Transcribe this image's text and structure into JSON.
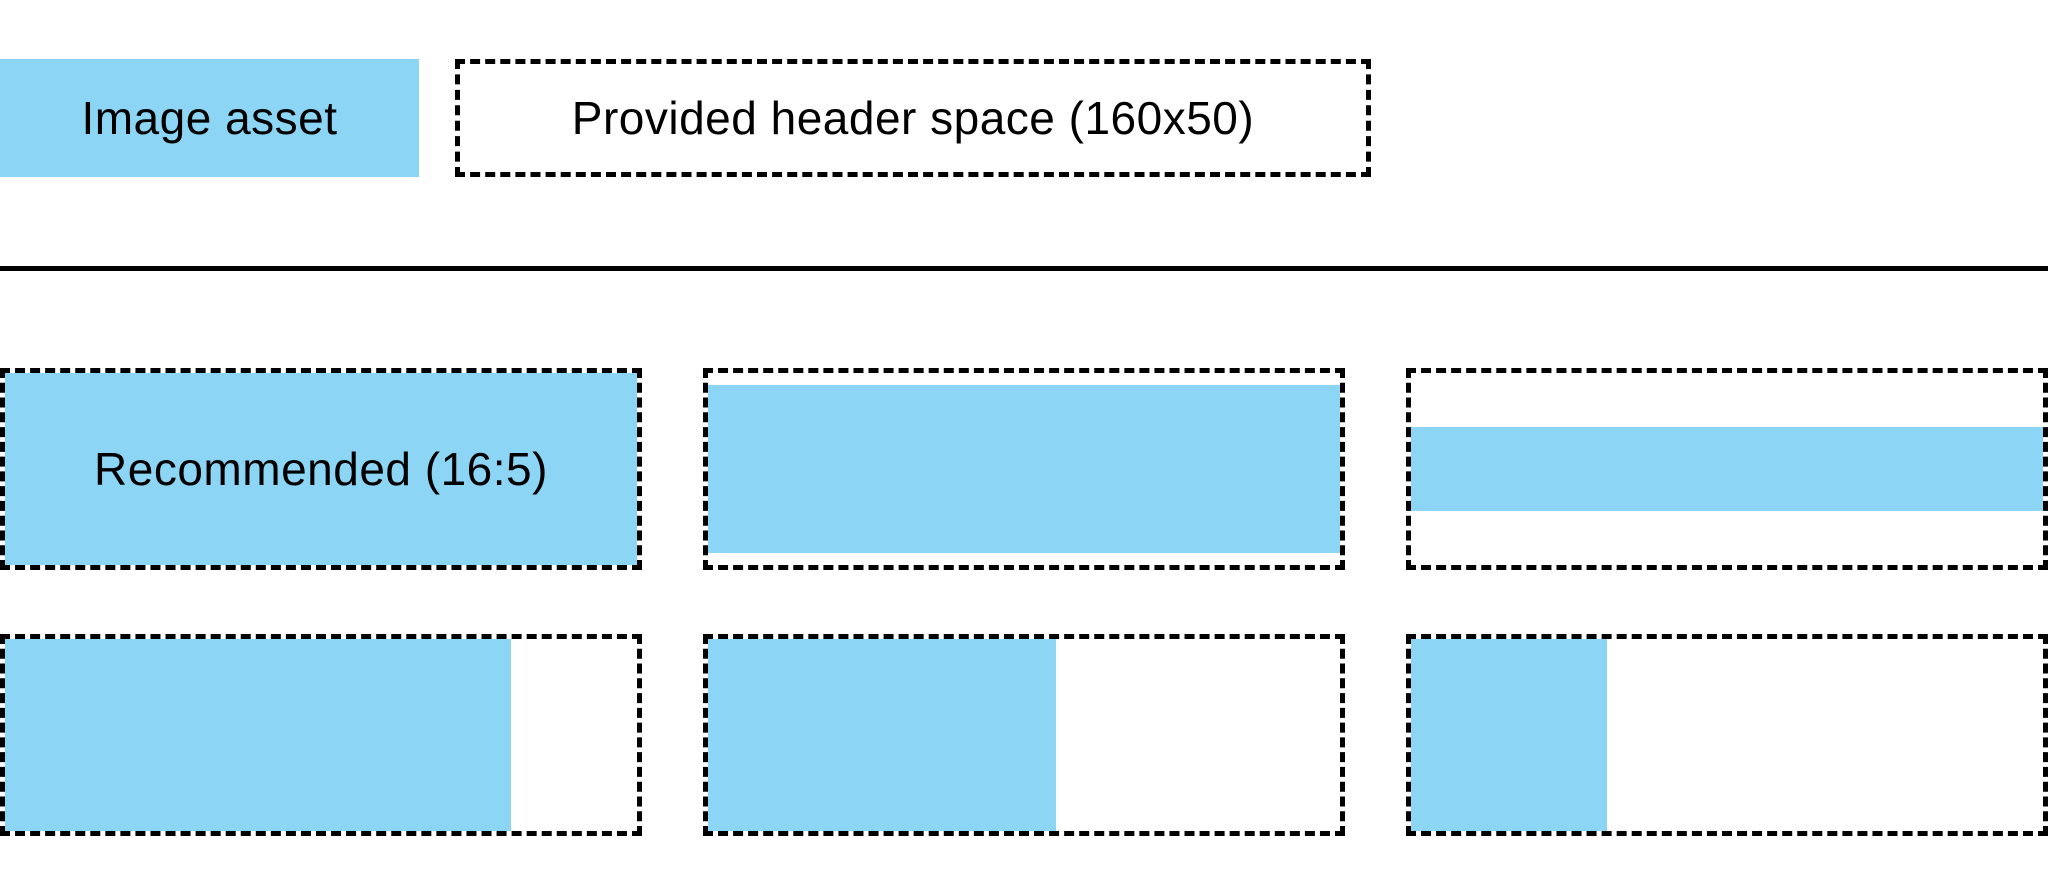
{
  "colors": {
    "asset_blue": "#8DD5F5",
    "border_black": "#000000",
    "text_black": "#000000",
    "background": "#ffffff"
  },
  "legend": {
    "asset_label": "Image asset",
    "header_space_label": "Provided header space (160x50)"
  },
  "examples": {
    "cells": [
      {
        "name": "recommended-16x5",
        "label": "Recommended (16:5)",
        "fill_width_pct": 100,
        "fill_height_pct": 100
      },
      {
        "name": "wide-asset-fit-width",
        "label": "",
        "fill_width_pct": 100,
        "fill_height_pct": 87
      },
      {
        "name": "very-wide-asset-fit-width",
        "label": "",
        "fill_width_pct": 100,
        "fill_height_pct": 44
      },
      {
        "name": "tall-asset-fit-height",
        "label": "",
        "fill_width_pct": 80,
        "fill_height_pct": 100
      },
      {
        "name": "taller-asset-fit-height",
        "label": "",
        "fill_width_pct": 55,
        "fill_height_pct": 100
      },
      {
        "name": "tallest-asset-fit-height",
        "label": "",
        "fill_width_pct": 31,
        "fill_height_pct": 100
      }
    ]
  }
}
